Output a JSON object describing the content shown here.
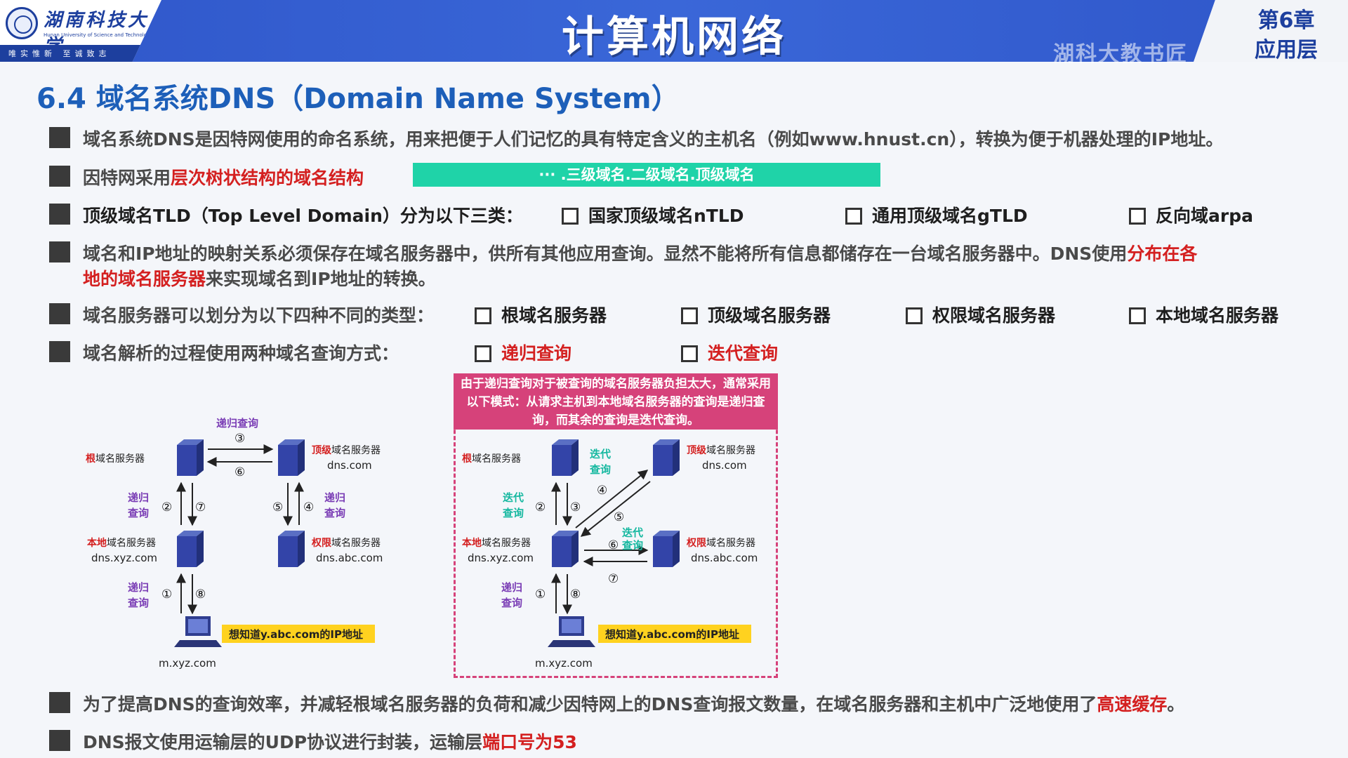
{
  "header": {
    "logo_cn": "湖南科技大学",
    "logo_en": "Hunan University of Science and Technology",
    "logo_motto": "唯实惟新  至诚致志",
    "title": "计算机网络",
    "chapter_num": "第6章",
    "chapter_name": "应用层",
    "watermark": "湖科大教书匠"
  },
  "section_title": "6.4 域名系统DNS（Domain Name System）",
  "bullets": {
    "b1": "域名系统DNS是因特网使用的命名系统，用来把便于人们记忆的具有特定含义的主机名（例如www.hnust.cn），转换为便于机器处理的IP地址。",
    "b2_prefix": "因特网采用",
    "b2_red": "层次树状结构的域名结构",
    "b2_bar": "···  .三级域名.二级域名.顶级域名",
    "b3": "顶级域名TLD（Top Level Domain）分为以下三类：",
    "b3_opts": [
      "国家顶级域名nTLD",
      "通用顶级域名gTLD",
      "反向域arpa"
    ],
    "b4_line1_prefix": "域名和IP地址的映射关系必须保存在域名服务器中，供所有其他应用查询。显然不能将所有信息都储存在一台域名服务器中。DNS使用",
    "b4_line1_red": "分布在各",
    "b4_line2_red": "地的域名服务器",
    "b4_line2_suffix": "来实现域名到IP地址的转换。",
    "b5": "域名服务器可以划分为以下四种不同的类型：",
    "b5_opts": [
      "根域名服务器",
      "顶级域名服务器",
      "权限域名服务器",
      "本地域名服务器"
    ],
    "b6": "域名解析的过程使用两种域名查询方式：",
    "b6_opts": [
      "递归查询",
      "迭代查询"
    ],
    "b7_prefix": "为了提高DNS的查询效率，并减轻根域名服务器的负荷和减少因特网上的DNS查询报文数量，在域名服务器和主机中广泛地使用了",
    "b7_red": "高速缓存",
    "b7_suffix": "。",
    "b8_prefix": "DNS报文使用运输层的UDP协议进行封装，运输层",
    "b8_red": "端口号为53"
  },
  "diagram": {
    "root_red": "根",
    "root_rest": "域名服务器",
    "top_red": "顶级",
    "top_rest": "域名服务器",
    "top_domain": "dns.com",
    "local_red": "本地",
    "local_rest": "域名服务器",
    "local_domain": "dns.xyz.com",
    "auth_red": "权限",
    "auth_rest": "域名服务器",
    "auth_domain": "dns.abc.com",
    "host": "m.xyz.com",
    "query_note": "想知道y.abc.com的IP地址",
    "recursive_a": "递归",
    "recursive_b": "查询",
    "recursive_full": "递归查询",
    "iterative_a": "迭代",
    "iterative_b": "查询",
    "steps": [
      "①",
      "②",
      "③",
      "④",
      "⑤",
      "⑥",
      "⑦",
      "⑧"
    ],
    "note": "由于递归查询对于被查询的域名服务器负担太大，通常采用以下模式：从请求主机到本地域名服务器的查询是递归查询，而其余的查询是迭代查询。"
  },
  "colors": {
    "header_blue": "#3a67d8",
    "title_blue": "#1d5fb9",
    "red": "#d42020",
    "green_bar": "#1fd3a8",
    "pink": "#d6427a",
    "purple_label": "#7a3db5",
    "teal_label": "#16b8a0",
    "yellow_note": "#ffd21f"
  }
}
